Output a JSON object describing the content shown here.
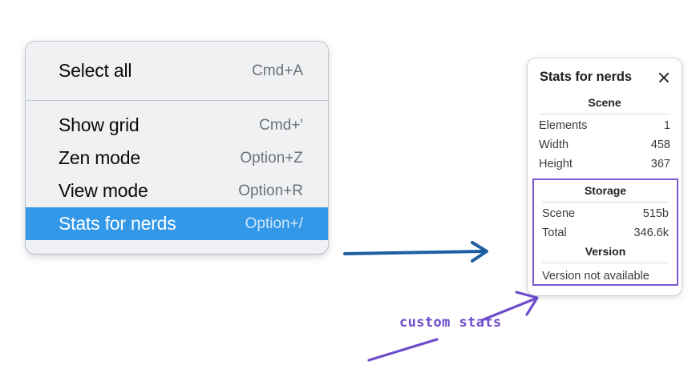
{
  "context_menu": {
    "groups": [
      {
        "items": [
          {
            "label": "Select all",
            "shortcut": "Cmd+A",
            "selected": false
          }
        ]
      },
      {
        "items": [
          {
            "label": "Show grid",
            "shortcut": "Cmd+'",
            "selected": false
          },
          {
            "label": "Zen mode",
            "shortcut": "Option+Z",
            "selected": false
          },
          {
            "label": "View mode",
            "shortcut": "Option+R",
            "selected": false
          },
          {
            "label": "Stats for nerds",
            "shortcut": "Option+/",
            "selected": true
          }
        ]
      }
    ],
    "highlight_color": "#3498e8"
  },
  "stats_panel": {
    "title": "Stats for nerds",
    "close_icon": "close-icon",
    "scene": {
      "heading": "Scene",
      "rows": [
        {
          "key": "Elements",
          "value": "1"
        },
        {
          "key": "Width",
          "value": "458"
        },
        {
          "key": "Height",
          "value": "367"
        }
      ]
    },
    "storage": {
      "heading": "Storage",
      "rows": [
        {
          "key": "Scene",
          "value": "515b"
        },
        {
          "key": "Total",
          "value": "346.6k"
        }
      ]
    },
    "version": {
      "heading": "Version",
      "note": "Version not available"
    },
    "highlight_border_color": "#7c58d3"
  },
  "annotations": {
    "handwriting": "custom stats",
    "handwriting_color": "#6d4ccc",
    "blue_arrow_color": "#1f5fa0"
  }
}
